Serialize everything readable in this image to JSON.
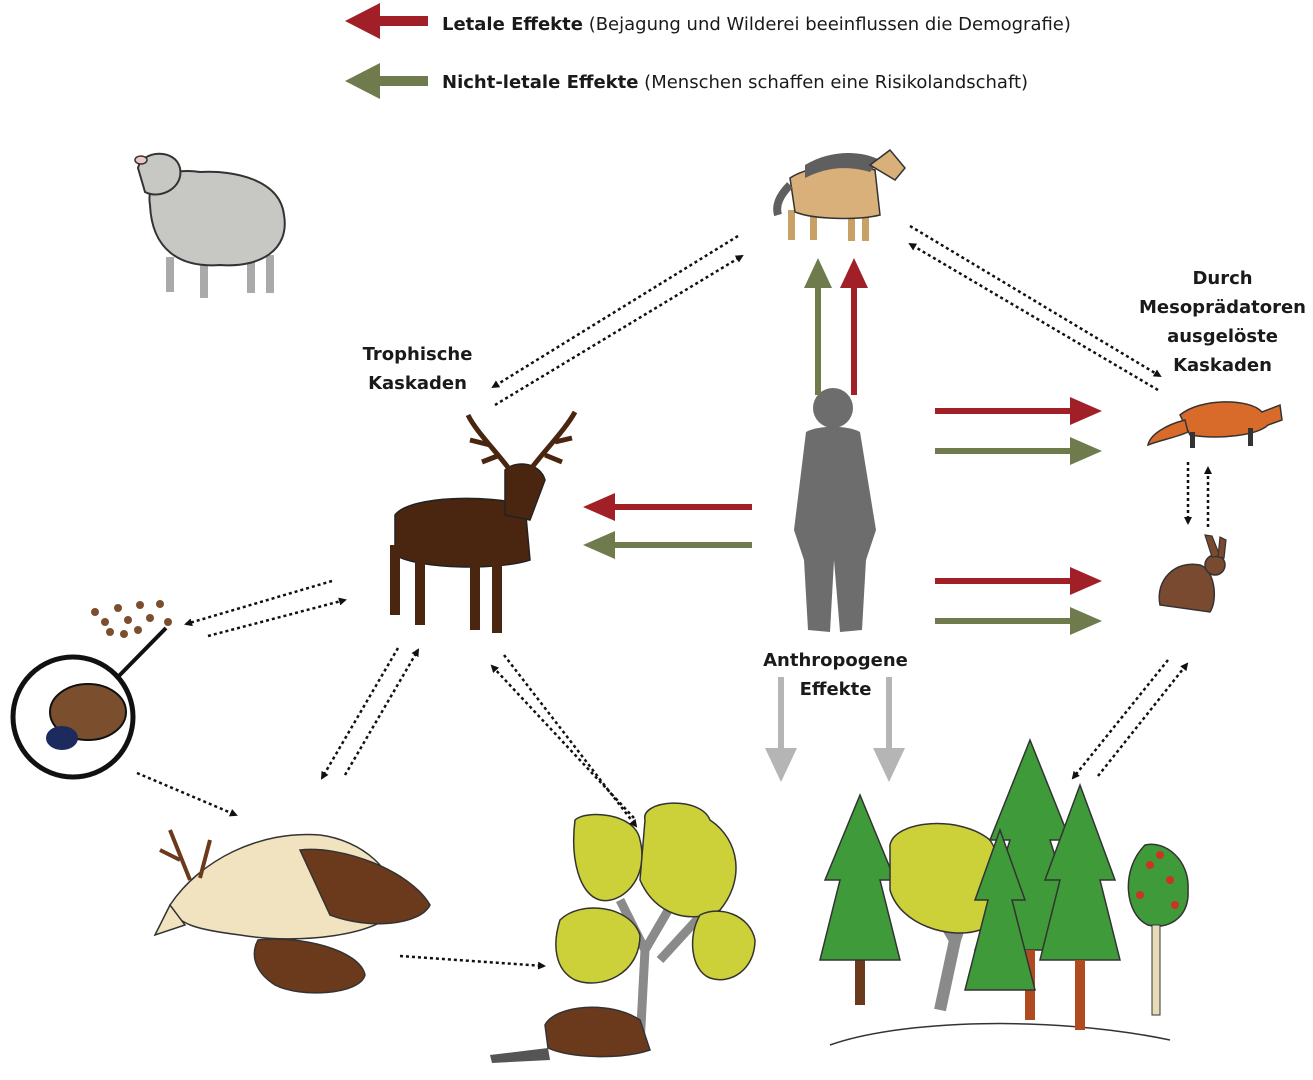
{
  "legend": {
    "lethal": {
      "bold": "Letale Effekte",
      "rest": "(Bejagung und Wilderei beeinflussen die Demografie)",
      "color": "#a11f26"
    },
    "nonlethal": {
      "bold": "Nicht-letale Effekte",
      "rest": "(Menschen schaffen eine Risikolandschaft)",
      "color": "#6f7b4c"
    }
  },
  "labels": {
    "trophic_line1": "Trophische",
    "trophic_line2": "Kaskaden",
    "meso_line1": "Durch",
    "meso_line2": "Mesoprädatoren",
    "meso_line3": "ausgelöste",
    "meso_line4": "Kaskaden",
    "anthro_line1": "Anthropogene",
    "anthro_line2": "Effekte"
  },
  "colors": {
    "gray_arrow": "#b5b5b5",
    "human": "#6d6d6d",
    "deer": "#4a2610",
    "tree_yellow": "#ccd13a",
    "conifer": "#3f9a3a",
    "trunk": "#8a8a8a"
  },
  "icons": [
    "sheep-icon",
    "wolf-icon",
    "deer-icon",
    "human-icon",
    "fox-icon",
    "hare-icon",
    "dung-icon",
    "dung-beetle-icon",
    "carcass-icon",
    "beaver-icon",
    "aspen-tree-icon",
    "forest-icon"
  ]
}
